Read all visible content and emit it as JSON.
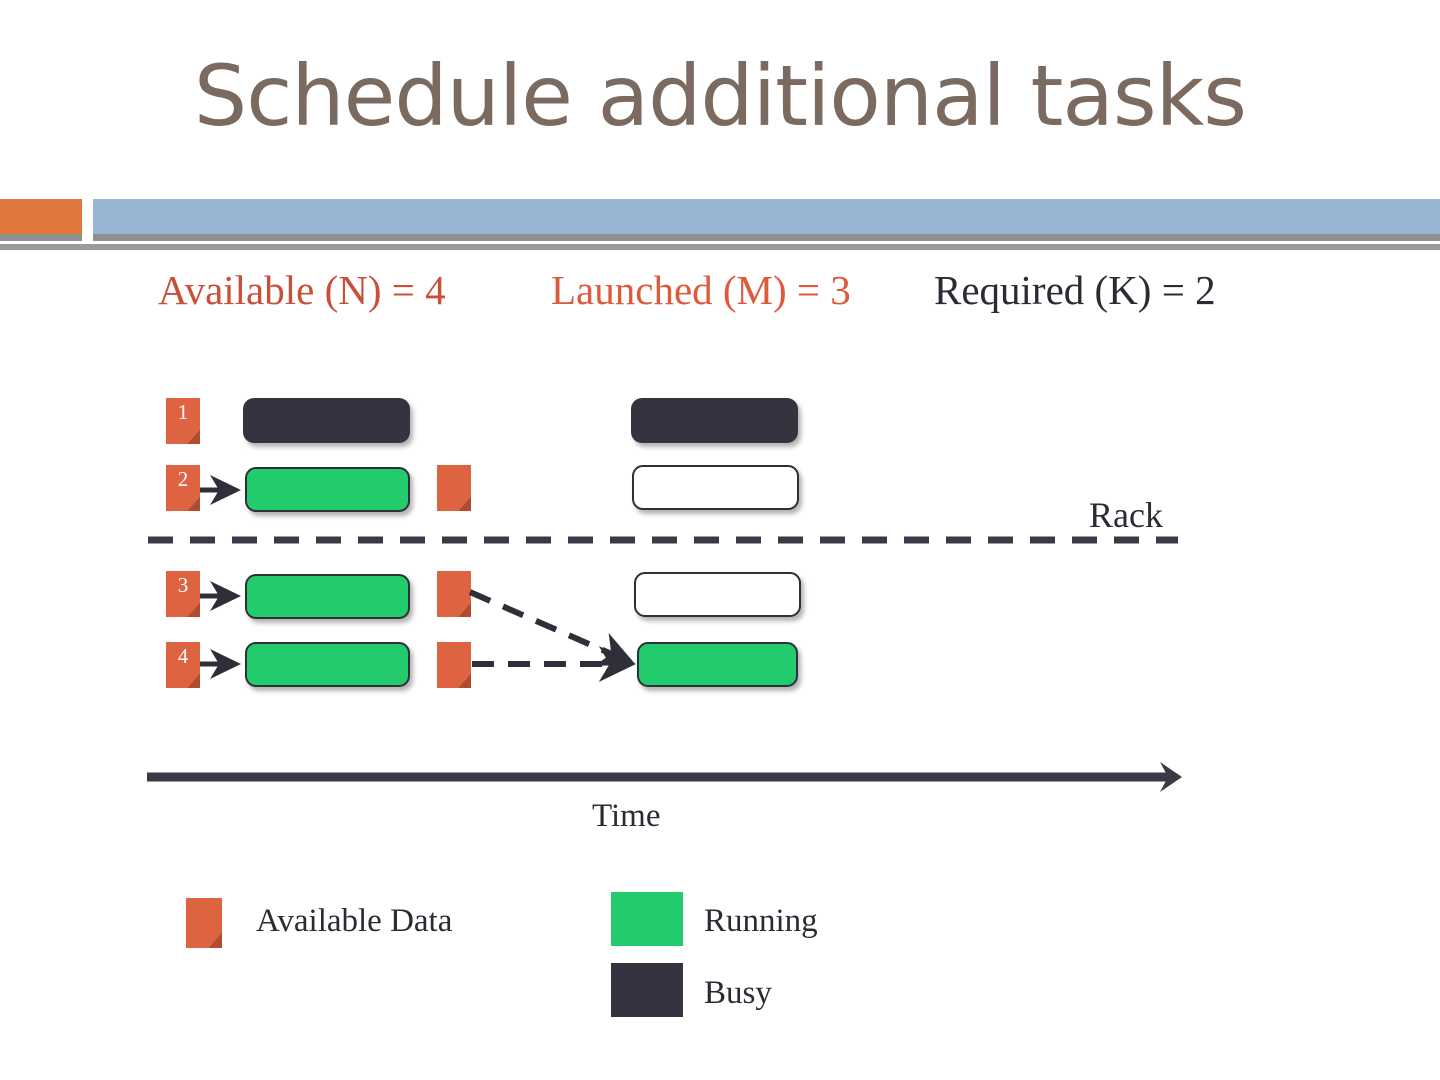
{
  "slide": {
    "title": "Schedule additional tasks",
    "accent_orange": "#e0763e",
    "accent_blue": "#97b4d2",
    "title_color": "#7a6a5f"
  },
  "status": {
    "available": "Available (N) = 4",
    "launched": "Launched  (M) = 3",
    "required": "Required (K) = 2"
  },
  "diagram": {
    "rack_label": "Rack",
    "time_label": "Time",
    "node_numbers": [
      "1",
      "2",
      "3",
      "4"
    ],
    "rows": [
      {
        "number": "1",
        "first_state": "busy",
        "second_state": "busy"
      },
      {
        "number": "2",
        "first_state": "running",
        "second_state": "idle"
      },
      {
        "number": "3",
        "first_state": "running",
        "second_state": "idle"
      },
      {
        "number": "4",
        "first_state": "running",
        "second_state": "running"
      }
    ],
    "colors": {
      "running": "#22cc6c",
      "busy": "#343441",
      "idle": "#ffffff",
      "data": "#dd6341"
    }
  },
  "legend": {
    "items": [
      {
        "label": "Available Data",
        "swatch": "data-icon"
      },
      {
        "label": "Running",
        "swatch": "green-square"
      },
      {
        "label": "Busy",
        "swatch": "dark-square"
      }
    ]
  }
}
